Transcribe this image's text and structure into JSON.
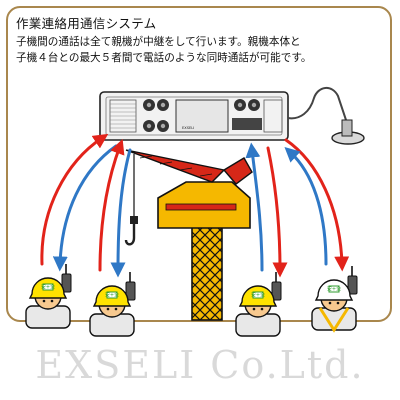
{
  "header": {
    "title": "作業連絡用通信システム",
    "description_line1": "子機間の通話は全て親機が中継をして行います。親機本体と",
    "description_line2": "子機４台との最大５者間で電話のような同時通話が可能です。"
  },
  "base_unit": {
    "brand_label": "EXSELI"
  },
  "worker": {
    "helmet_mark": "安+全"
  },
  "watermark": "EXSELI Co.Ltd.",
  "colors": {
    "frame": "#a9874d",
    "arrow_red": "#e2231a",
    "arrow_blue": "#2f78c6",
    "crane_yellow": "#f5b800",
    "crane_red": "#d62718",
    "helmet_yellow": "#ffe200",
    "skin": "#f7c98f"
  }
}
